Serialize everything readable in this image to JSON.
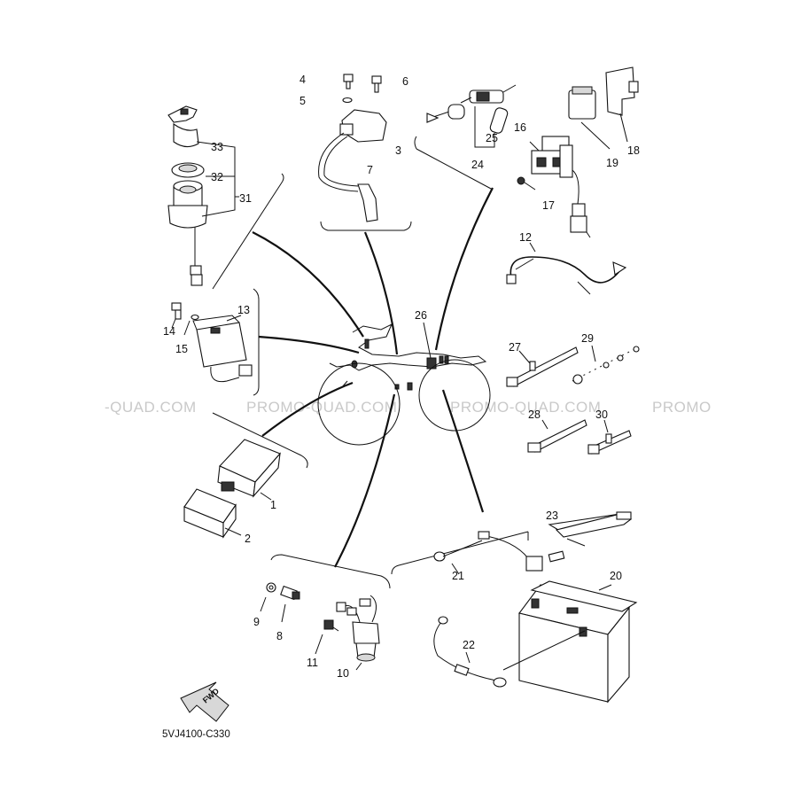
{
  "callouts": {
    "c1": "1",
    "c2": "2",
    "c3": "3",
    "c4": "4",
    "c5": "5",
    "c6": "6",
    "c7": "7",
    "c8": "8",
    "c9": "9",
    "c10": "10",
    "c11": "11",
    "c12": "12",
    "c13": "13",
    "c14": "14",
    "c15": "15",
    "c16": "16",
    "c17": "17",
    "c18": "18",
    "c19": "19",
    "c20": "20",
    "c21": "21",
    "c22": "22",
    "c23": "23",
    "c24": "24",
    "c25": "25",
    "c26": "26",
    "c27": "27",
    "c28": "28",
    "c29": "29",
    "c30": "30",
    "c31": "31",
    "c32": "32",
    "c33": "33"
  },
  "watermarks": [
    "-QUAD.COM",
    "PROMO-QUAD.COM",
    "PROMO-QUAD.COM",
    "PROMO"
  ],
  "fwd_label": "FWD",
  "diagram_code": "5VJ4100-C330"
}
